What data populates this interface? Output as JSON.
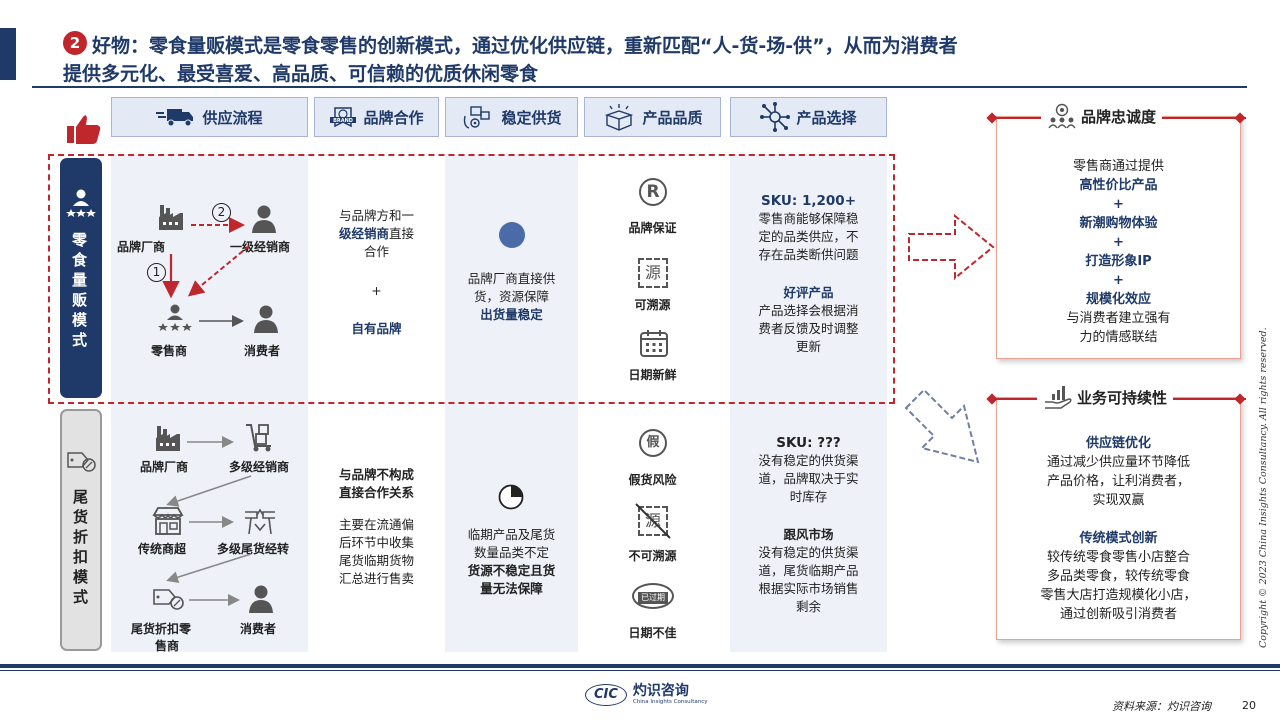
{
  "title": {
    "badge": "2",
    "line1": "好物：零食量贩模式是零食零售的创新模式，通过优化供应链，重新匹配“人-货-场-供”，从而为消费者",
    "line2": "提供多元化、最受喜爱、高品质、可信赖的优质休闲零食"
  },
  "headers": {
    "supply": "供应流程",
    "brand": "品牌合作",
    "stable": "稳定供货",
    "quality": "产品品质",
    "choice": "产品选择",
    "brand_badge_text": "BRAND"
  },
  "rows": {
    "top": {
      "label": "零食量贩模式",
      "flow": {
        "factory": "品牌厂商",
        "dealer": "一级经销商",
        "retailer": "零售商",
        "consumer": "消费者",
        "step1": "1",
        "step2": "2"
      },
      "brand": {
        "l1": "与品牌方和一",
        "l2a": "级经销商",
        "l2b": "直接",
        "l3": "合作",
        "plus": "+",
        "own": "自有品牌"
      },
      "stable": {
        "l1": "品牌厂商直接供",
        "l2": "货，资源保障",
        "l3": "出货量稳定"
      },
      "quality": {
        "brand_guarantee": "品牌保证",
        "traceable": "可溯源",
        "fresh": "日期新鲜",
        "registered_glyph": "R",
        "source_glyph": "源"
      },
      "choice": {
        "sku": "SKU: 1,200+",
        "d1": "零售商能够保障稳",
        "d2": "定的品类供应，不",
        "d3": "存在品类断供问题",
        "good": "好评产品",
        "g1": "产品选择会根据消",
        "g2": "费者反馈及时调整",
        "g3": "更新"
      }
    },
    "bottom": {
      "label": "尾货折扣模式",
      "flow": {
        "factory": "品牌厂商",
        "dealer": "多级经销商",
        "market": "传统商超",
        "multi": "多级尾货经转",
        "tail1": "尾货折扣零",
        "tail2": "售商",
        "consumer": "消费者"
      },
      "brand": {
        "t1": "与品牌不构成",
        "t2": "直接合作关系",
        "d1": "主要在流通偏",
        "d2": "后环节中收集",
        "d3": "尾货临期货物",
        "d4": "汇总进行售卖"
      },
      "stable": {
        "l1": "临期产品及尾货",
        "l2": "数量品类不定",
        "l3": "货源不稳定且货",
        "l4": "量无法保障"
      },
      "quality": {
        "fake": "假货风险",
        "untrace": "不可溯源",
        "bad_date": "日期不佳",
        "fake_glyph": "假",
        "source_glyph": "源",
        "expired_stamp": "已过期"
      },
      "choice": {
        "sku": "SKU: ???",
        "d1": "没有稳定的供货渠",
        "d2": "道，品牌取决于实",
        "d3": "时库存",
        "follow": "跟风市场",
        "f1": "没有稳定的供货渠",
        "f2": "道，尾货临期产品",
        "f3": "根据实际市场销售",
        "f4": "剩余"
      }
    }
  },
  "right": {
    "loyalty": {
      "title": "品牌忠诚度",
      "l1": "零售商通过提供",
      "l2": "高性价比产品",
      "p1": "+",
      "l3": "新潮购物体验",
      "p2": "+",
      "l4": "打造形象IP",
      "p3": "+",
      "l5": "规模化效应",
      "l6": "与消费者建立强有",
      "l7": "力的情感联结"
    },
    "sustain": {
      "title": "业务可持续性",
      "h1": "供应链优化",
      "a1": "通过减少供应量环节降低",
      "a2": "产品价格，让利消费者，",
      "a3": "实现双赢",
      "h2": "传统模式创新",
      "b1": "较传统零食零售小店整合",
      "b2": "多品类零食，较传统零食",
      "b3": "零售大店打造规模化小店，",
      "b4": "通过创新吸引消费者"
    }
  },
  "footer": {
    "logo_en": "CIC",
    "logo_cn": "灼识咨询",
    "logo_sub": "China Insights Consultancy",
    "source": "资料来源：灼识咨询",
    "page": "20",
    "copyright": "Copyright © 2023 China Insights Consultancy. All rights reserved."
  },
  "colors": {
    "navy": "#1f3a68",
    "red": "#c0272d",
    "header_bg": "#e4e9f6",
    "col_bg": "#eef1f8",
    "gray": "#9a9a9a"
  }
}
